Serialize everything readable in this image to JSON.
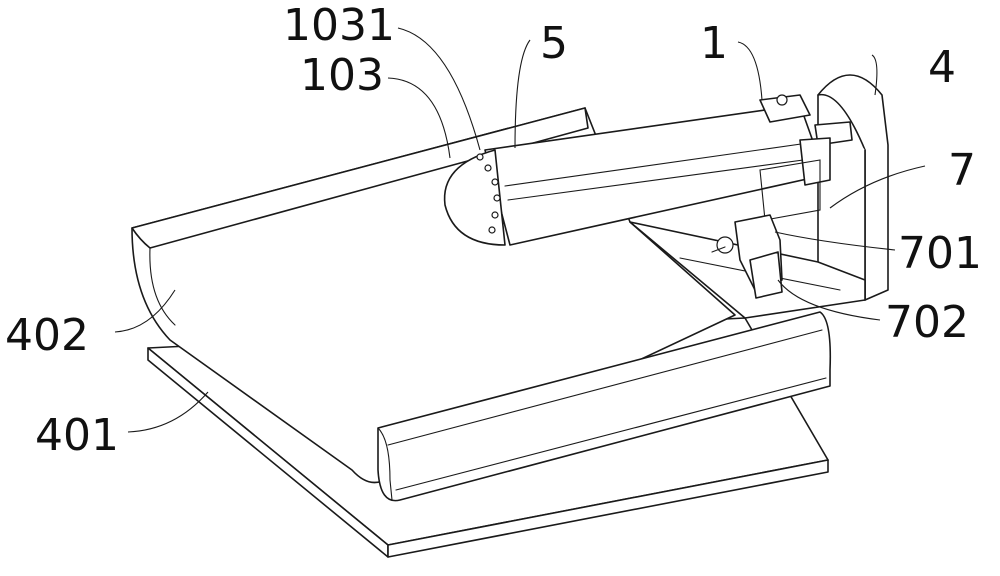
{
  "labels": {
    "l1031": "1031",
    "l5": "5",
    "l1": "1",
    "l4": "4",
    "l103": "103",
    "l7": "7",
    "l701": "701",
    "l402": "402",
    "l702": "702",
    "l401": "401"
  }
}
